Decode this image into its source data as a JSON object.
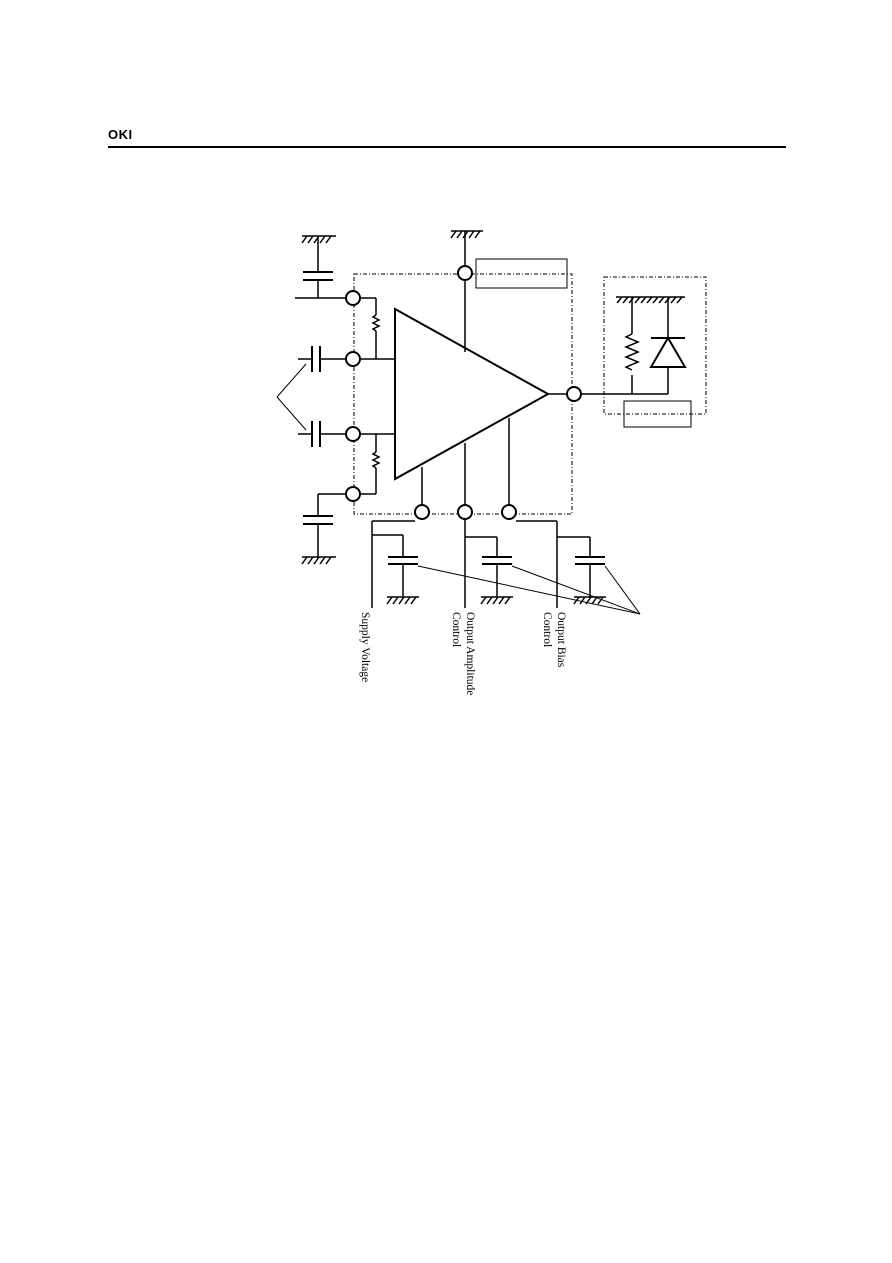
{
  "header": {
    "logo": "OKI"
  },
  "diagram": {
    "labels": {
      "supply": "Supply Voltage",
      "amp_line1": "Output Amplitude",
      "amp_line2": "Control",
      "bias_line1": "Output Bias",
      "bias_line2": "Control"
    }
  }
}
